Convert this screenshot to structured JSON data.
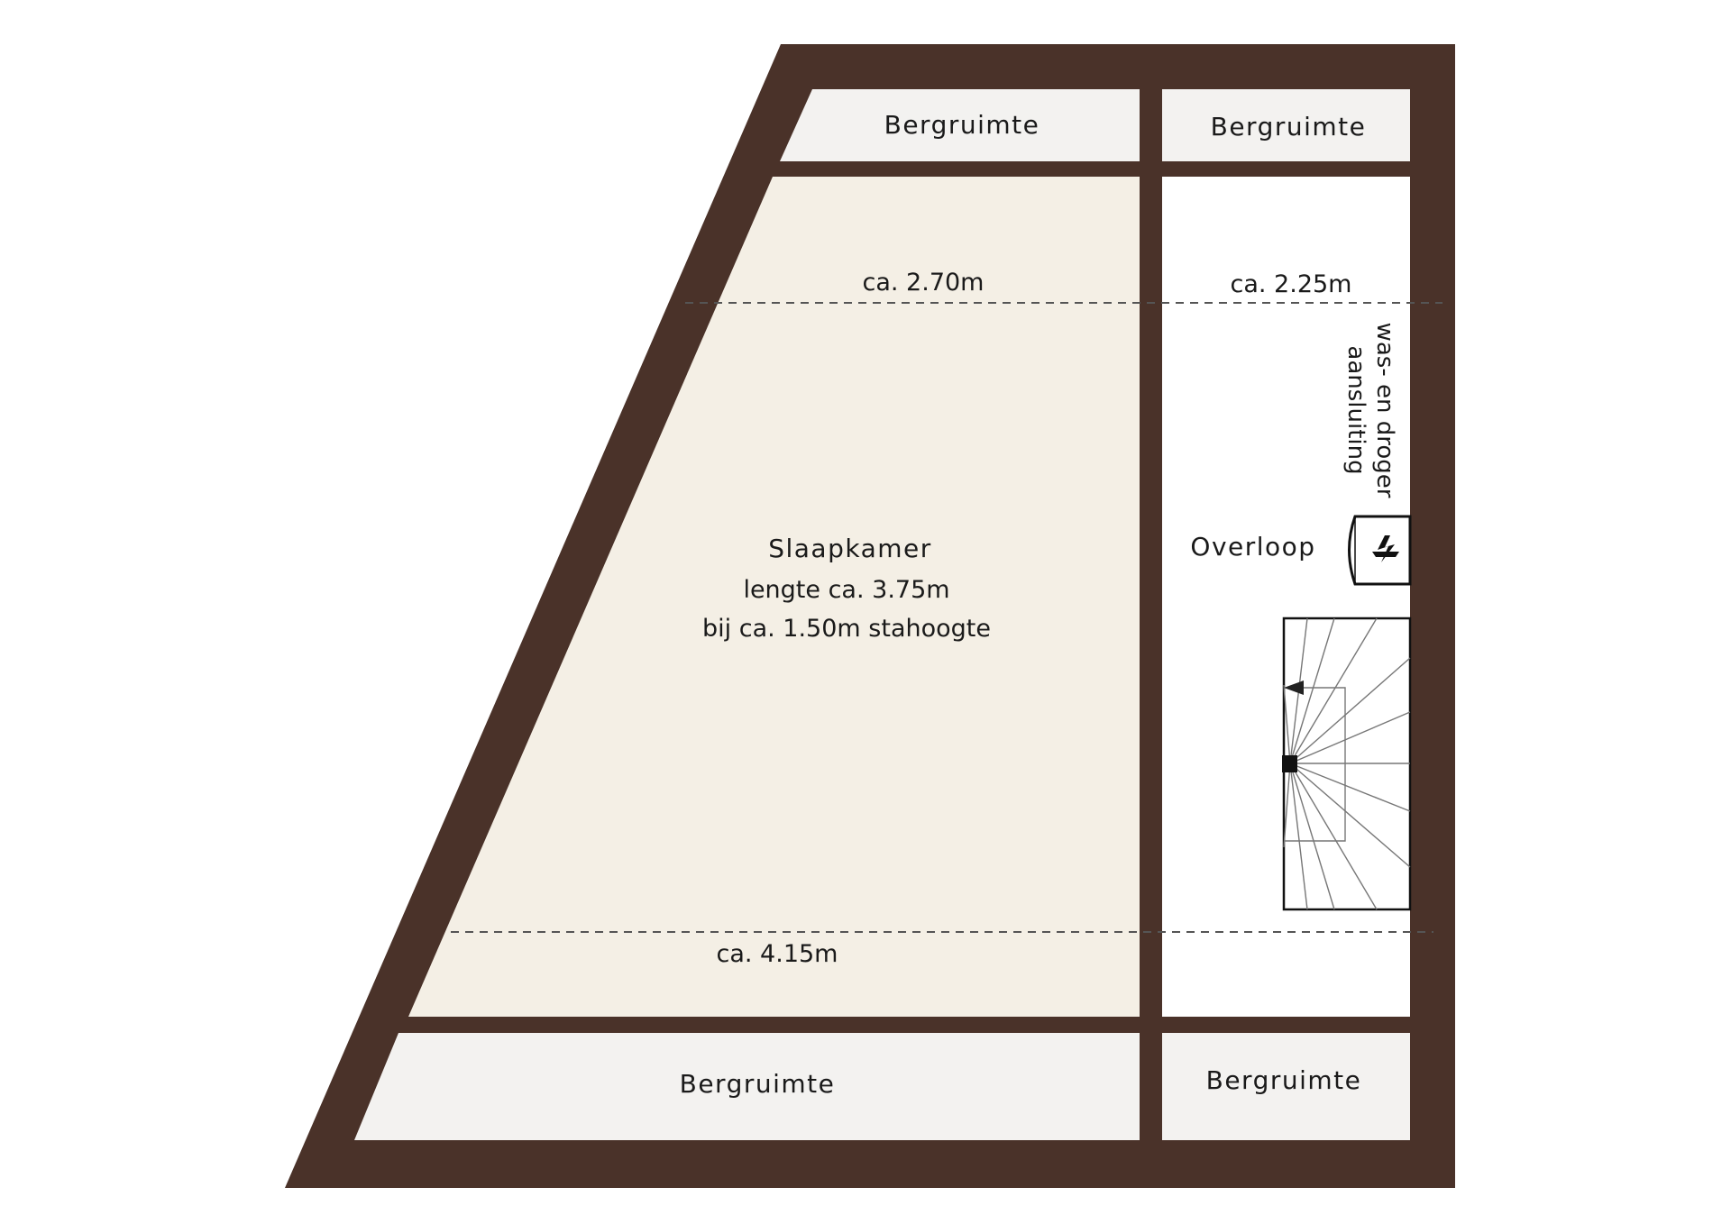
{
  "rooms": {
    "slaapkamer": {
      "name": "Slaapkamer",
      "length": "lengte ca. 3.75m",
      "standing_height": "bij ca. 1.50m stahoogte"
    },
    "overloop": {
      "name": "Overloop",
      "appliance_line1": "was- en droger",
      "appliance_line2": "aansluiting"
    },
    "bergruimte_top_left": "Bergruimte",
    "bergruimte_top_right": "Bergruimte",
    "bergruimte_bottom_left": "Bergruimte",
    "bergruimte_bottom_right": "Bergruimte"
  },
  "dimensions": {
    "top_left": "ca. 2.70m",
    "top_right": "ca. 2.25m",
    "bottom": "ca. 4.15m"
  },
  "colors": {
    "wall": "#4a3229",
    "bedroom_floor": "#f4efe5",
    "storage_floor": "#f3f2f0",
    "landing_floor": "#ffffff"
  },
  "icons": {
    "heater": "heater-icon",
    "stairs": "spiral-stairs"
  }
}
